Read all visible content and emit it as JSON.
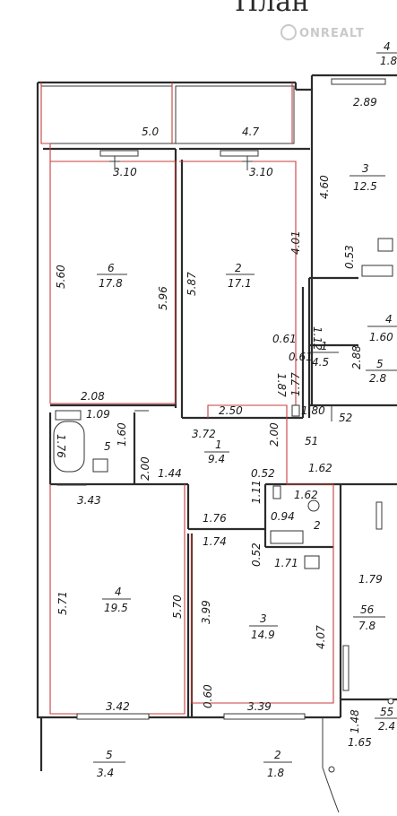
{
  "header": {
    "title": "План",
    "brand": "ONREALT"
  },
  "colors": {
    "wall": "#2b2b2b",
    "outline": "#c83c3c",
    "text": "#1a1a1a",
    "watermark": "#c9c9c9"
  },
  "rooms": {
    "balcony_left_area": "5.0",
    "balcony_right_area": "4.7",
    "room6_num": "6",
    "room6_area": "17.8",
    "room2_num": "2",
    "room2_area": "17.1",
    "room3top_num": "3",
    "room3top_area": "12.5",
    "room1_num": "1",
    "room1_area": "9.4",
    "bath_num": "5",
    "room4_num": "4",
    "room4_area": "19.5",
    "room3_num": "3",
    "room3_area": "14.9",
    "small1_num": "1",
    "small1_area": "4.5",
    "small5_num": "5",
    "small5_area": "2.8",
    "edge4_num": "4",
    "edge4_area": "1.60",
    "topright4_num": "4",
    "topright4_area": "1.8",
    "wc_num": "2",
    "right56_num": "56",
    "right56_area": "7.8",
    "right55_num": "55",
    "right55_area": "2.4",
    "bottom5_num": "5",
    "bottom5_area": "3.4",
    "bottom2_num": "2",
    "bottom2_area": "1.8"
  },
  "dims": {
    "d_310a": "3.10",
    "d_310b": "3.10",
    "d_289": "2.89",
    "d_460": "4.60",
    "d_560": "5.60",
    "d_596": "5.96",
    "d_587": "5.87",
    "d_401": "4.01",
    "d_053": "0.53",
    "d_061a": "0.61",
    "d_112": "1.12",
    "d_061b": "0.61",
    "d_288": "2.88",
    "d_187": "1.87",
    "d_177": "1.77",
    "d_208": "2.08",
    "d_250": "2.50",
    "d_180": "1.80",
    "d_109": "1.09",
    "d_160": "1.60",
    "d_372": "3.72",
    "d_200a": "2.00",
    "d_52": "52",
    "d_176a": "1.76",
    "d_200b": "2.00",
    "d_51": "51",
    "d_144": "1.44",
    "d_052a": "0.52",
    "d_162a": "1.62",
    "d_343": "3.43",
    "d_111": "1.11",
    "d_162b": "1.62",
    "d_094": "0.94",
    "d_176b": "1.76",
    "d_174": "1.74",
    "d_052b": "0.52",
    "d_171": "1.71",
    "d_571": "5.71",
    "d_570": "5.70",
    "d_399": "3.99",
    "d_179": "1.79",
    "d_407": "4.07",
    "d_342": "3.42",
    "d_060": "0.60",
    "d_339": "3.39",
    "d_148": "1.48",
    "d_165": "1.65"
  }
}
